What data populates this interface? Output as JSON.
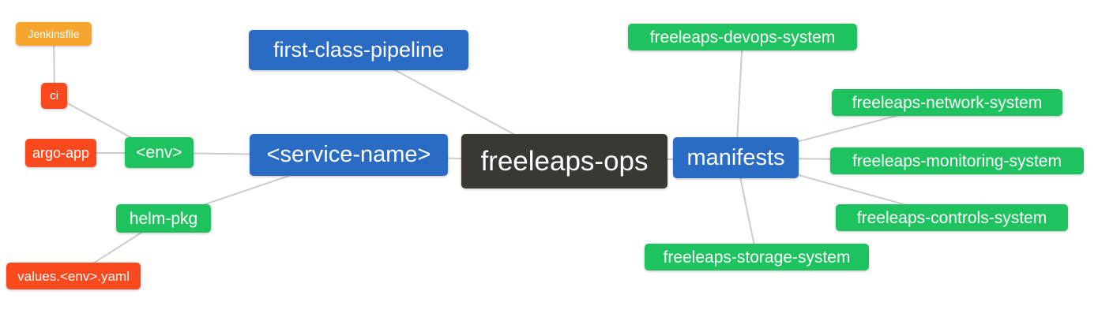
{
  "diagram": {
    "type": "mindmap",
    "background": "#ffffff",
    "edge_color": "#cccccc",
    "colors": {
      "blue": "#2a6bc3",
      "green": "#1ec35f",
      "red": "#fa491d",
      "orange": "#f6a52f",
      "dark": "#3b3834",
      "text": "#ffffff"
    },
    "nodes": {
      "jenkinsfile": {
        "label": "Jenkinsfile",
        "color": "orange"
      },
      "ci": {
        "label": "ci",
        "color": "red"
      },
      "argo_app": {
        "label": "argo-app",
        "color": "red"
      },
      "env": {
        "label": "<env>",
        "color": "green"
      },
      "helm_pkg": {
        "label": "helm-pkg",
        "color": "green"
      },
      "values_env_yaml": {
        "label": "values.<env>.yaml",
        "color": "red"
      },
      "first_class_pipeline": {
        "label": "first-class-pipeline",
        "color": "blue"
      },
      "service_name": {
        "label": "<service-name>",
        "color": "blue"
      },
      "freeleaps_ops": {
        "label": "freeleaps-ops",
        "color": "dark"
      },
      "manifests": {
        "label": "manifests",
        "color": "blue"
      },
      "devops_system": {
        "label": "freeleaps-devops-system",
        "color": "green"
      },
      "network_system": {
        "label": "freeleaps-network-system",
        "color": "green"
      },
      "monitoring_system": {
        "label": "freeleaps-monitoring-system",
        "color": "green"
      },
      "controls_system": {
        "label": "freeleaps-controls-system",
        "color": "green"
      },
      "storage_system": {
        "label": "freeleaps-storage-system",
        "color": "green"
      }
    },
    "edges": [
      {
        "from": "jenkinsfile",
        "to": "ci"
      },
      {
        "from": "ci",
        "to": "env"
      },
      {
        "from": "argo_app",
        "to": "env"
      },
      {
        "from": "env",
        "to": "service_name"
      },
      {
        "from": "helm_pkg",
        "to": "service_name"
      },
      {
        "from": "values_env_yaml",
        "to": "helm_pkg"
      },
      {
        "from": "service_name",
        "to": "freeleaps_ops"
      },
      {
        "from": "first_class_pipeline",
        "to": "freeleaps_ops"
      },
      {
        "from": "freeleaps_ops",
        "to": "manifests"
      },
      {
        "from": "manifests",
        "to": "devops_system"
      },
      {
        "from": "manifests",
        "to": "network_system"
      },
      {
        "from": "manifests",
        "to": "monitoring_system"
      },
      {
        "from": "manifests",
        "to": "controls_system"
      },
      {
        "from": "manifests",
        "to": "storage_system"
      }
    ]
  }
}
